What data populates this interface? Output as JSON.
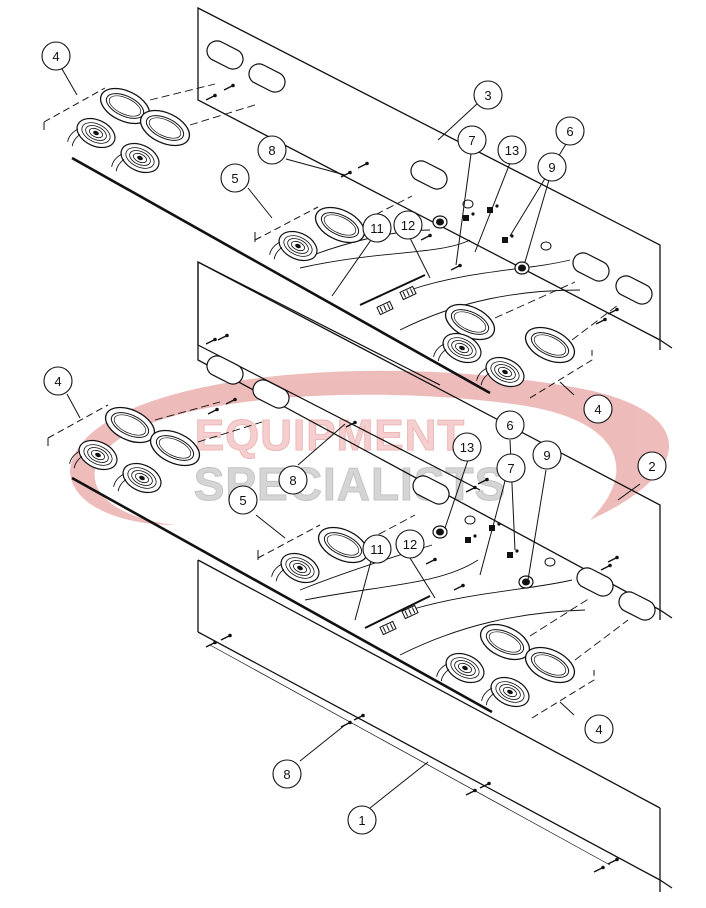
{
  "watermark": {
    "line1": "EQUIPMENT",
    "line2": "SPECIALISTS",
    "color_swoosh": "#e8a0a0",
    "color_text_top": "#f0b8b8",
    "color_text_bottom": "#bdbdbd"
  },
  "colors": {
    "line": "#111111",
    "dash": "#222222"
  },
  "callouts": [
    {
      "id": "c4a",
      "label": "4"
    },
    {
      "id": "c3",
      "label": "3"
    },
    {
      "id": "c8a",
      "label": "8"
    },
    {
      "id": "c7a",
      "label": "7"
    },
    {
      "id": "c13a",
      "label": "13"
    },
    {
      "id": "c6a",
      "label": "6"
    },
    {
      "id": "c9a",
      "label": "9"
    },
    {
      "id": "c5a",
      "label": "5"
    },
    {
      "id": "c11a",
      "label": "11"
    },
    {
      "id": "c12a",
      "label": "12"
    },
    {
      "id": "c4b",
      "label": "4"
    },
    {
      "id": "c4c",
      "label": "4"
    },
    {
      "id": "c8b",
      "label": "8"
    },
    {
      "id": "c13b",
      "label": "13"
    },
    {
      "id": "c7b",
      "label": "7"
    },
    {
      "id": "c6b",
      "label": "6"
    },
    {
      "id": "c9b",
      "label": "9"
    },
    {
      "id": "c2",
      "label": "2"
    },
    {
      "id": "c5b",
      "label": "5"
    },
    {
      "id": "c11b",
      "label": "11"
    },
    {
      "id": "c12b",
      "label": "12"
    },
    {
      "id": "c4d",
      "label": "4"
    },
    {
      "id": "c8c",
      "label": "8"
    },
    {
      "id": "c1",
      "label": "1"
    }
  ]
}
